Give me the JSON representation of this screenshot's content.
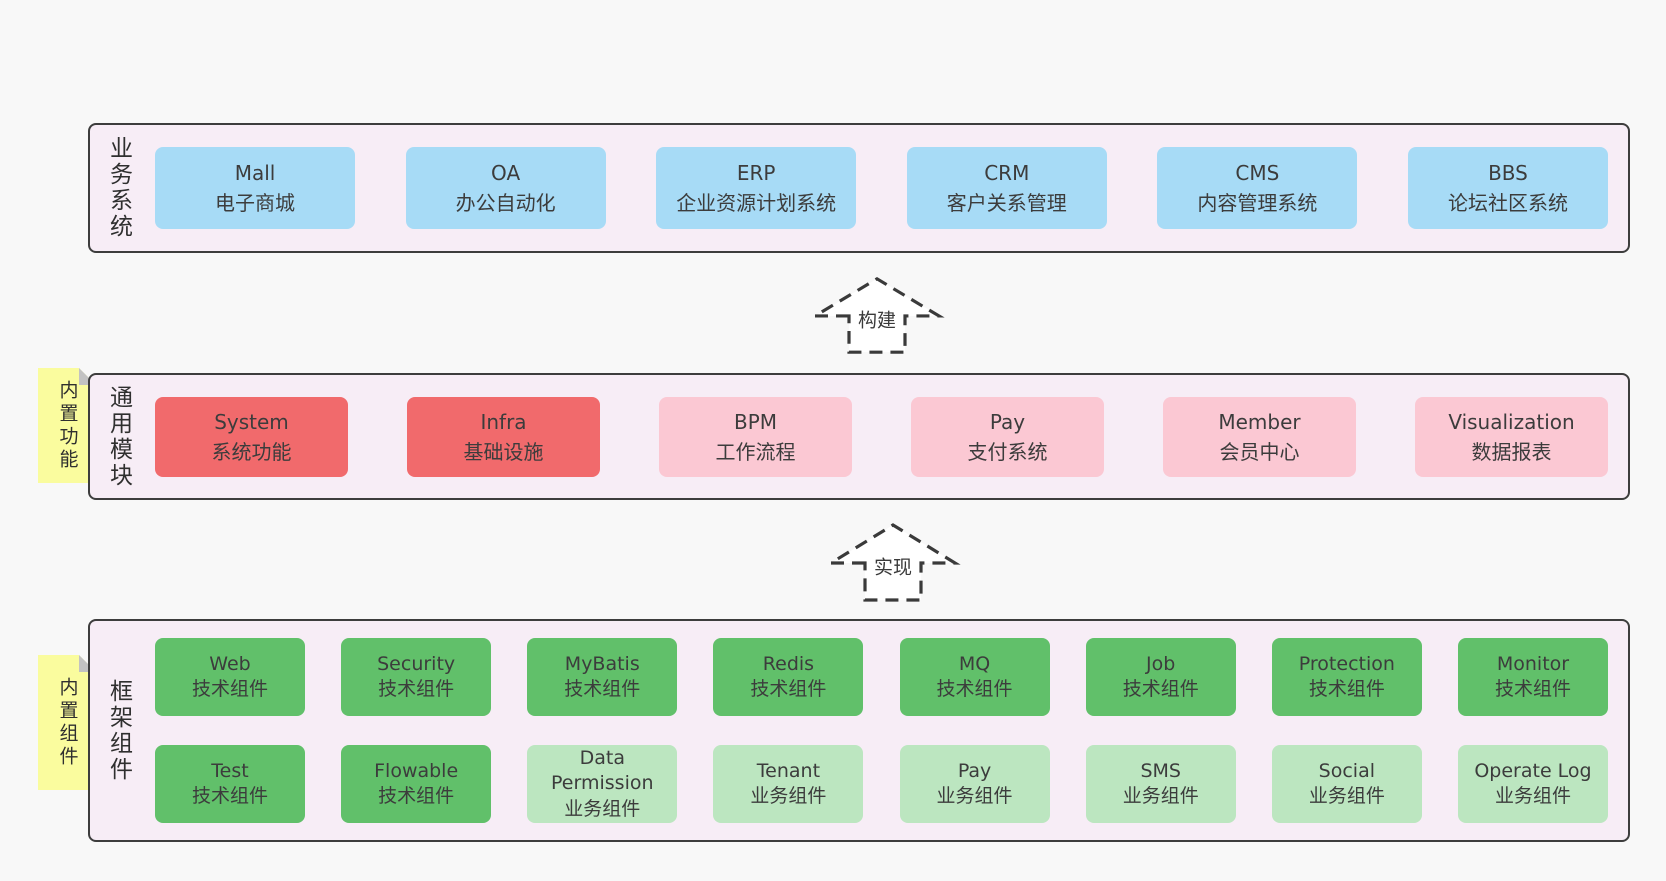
{
  "page": {
    "background": "#f8f8f8"
  },
  "colors": {
    "container_bg": "#f7edf6",
    "container_border": "#3d3d3d",
    "text": "#3c3c3c",
    "box_blue": "#a7dbf6",
    "box_red": "#f16a6c",
    "box_pink": "#fbc8d3",
    "box_green": "#61c06a",
    "box_lightgreen": "#bce6c0",
    "sticky_yellow": "#fafc9e",
    "sticky_fold": "#c2c2c2"
  },
  "arrows": [
    {
      "label": "构建"
    },
    {
      "label": "实现"
    }
  ],
  "sections": [
    {
      "label": "业务系统",
      "sticky": null,
      "rows": [
        [
          {
            "name": "Mall",
            "desc": "电子商城",
            "type": "blue"
          },
          {
            "name": "OA",
            "desc": "办公自动化",
            "type": "blue"
          },
          {
            "name": "ERP",
            "desc": "企业资源计划系统",
            "type": "blue"
          },
          {
            "name": "CRM",
            "desc": "客户关系管理",
            "type": "blue"
          },
          {
            "name": "CMS",
            "desc": "内容管理系统",
            "type": "blue"
          },
          {
            "name": "BBS",
            "desc": "论坛社区系统",
            "type": "blue"
          }
        ]
      ]
    },
    {
      "label": "通用模块",
      "sticky": "内置功能",
      "rows": [
        [
          {
            "name": "System",
            "desc": "系统功能",
            "type": "red"
          },
          {
            "name": "Infra",
            "desc": "基础设施",
            "type": "red"
          },
          {
            "name": "BPM",
            "desc": "工作流程",
            "type": "pink"
          },
          {
            "name": "Pay",
            "desc": "支付系统",
            "type": "pink"
          },
          {
            "name": "Member",
            "desc": "会员中心",
            "type": "pink"
          },
          {
            "name": "Visualization",
            "desc": "数据报表",
            "type": "pink"
          }
        ]
      ]
    },
    {
      "label": "框架组件",
      "sticky": "内置组件",
      "rows": [
        [
          {
            "name": "Web",
            "desc": "技术组件",
            "type": "green"
          },
          {
            "name": "Security",
            "desc": "技术组件",
            "type": "green"
          },
          {
            "name": "MyBatis",
            "desc": "技术组件",
            "type": "green"
          },
          {
            "name": "Redis",
            "desc": "技术组件",
            "type": "green"
          },
          {
            "name": "MQ",
            "desc": "技术组件",
            "type": "green"
          },
          {
            "name": "Job",
            "desc": "技术组件",
            "type": "green"
          },
          {
            "name": "Protection",
            "desc": "技术组件",
            "type": "green"
          },
          {
            "name": "Monitor",
            "desc": "技术组件",
            "type": "green"
          }
        ],
        [
          {
            "name": "Test",
            "desc": "技术组件",
            "type": "green"
          },
          {
            "name": "Flowable",
            "desc": "技术组件",
            "type": "green"
          },
          {
            "name": "Data Permission",
            "desc": "业务组件",
            "type": "lightgreen"
          },
          {
            "name": "Tenant",
            "desc": "业务组件",
            "type": "lightgreen"
          },
          {
            "name": "Pay",
            "desc": "业务组件",
            "type": "lightgreen"
          },
          {
            "name": "SMS",
            "desc": "业务组件",
            "type": "lightgreen"
          },
          {
            "name": "Social",
            "desc": "业务组件",
            "type": "lightgreen"
          },
          {
            "name": "Operate Log",
            "desc": "业务组件",
            "type": "lightgreen"
          }
        ]
      ]
    }
  ]
}
